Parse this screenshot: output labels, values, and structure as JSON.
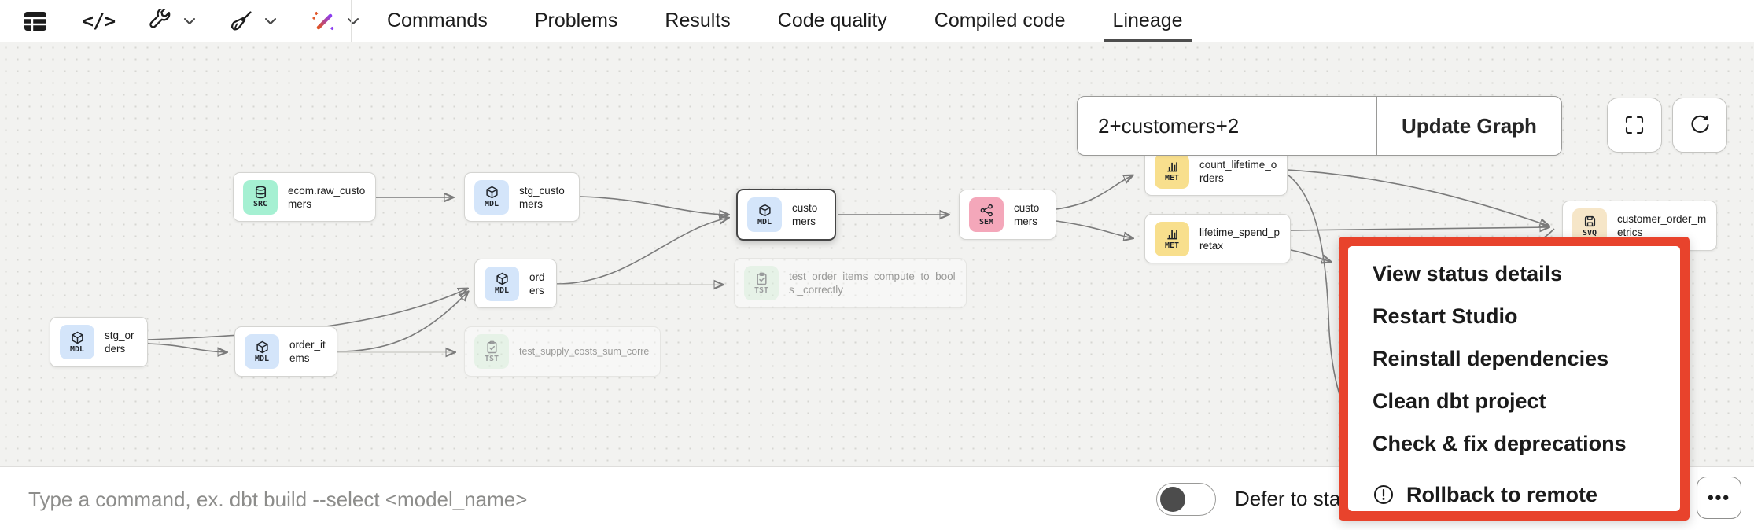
{
  "toolbar": {
    "icons": [
      "table-icon",
      "code-icon",
      "wrench-icon",
      "broom-icon",
      "magic-wand-icon",
      "chevron-down-icon"
    ],
    "tabs": [
      {
        "label": "Commands",
        "active": false
      },
      {
        "label": "Problems",
        "active": false
      },
      {
        "label": "Results",
        "active": false
      },
      {
        "label": "Code quality",
        "active": false
      },
      {
        "label": "Compiled code",
        "active": false
      },
      {
        "label": "Lineage",
        "active": true
      }
    ]
  },
  "lineage": {
    "selector_value": "2+customers+2",
    "update_button_label": "Update Graph",
    "controls": [
      "fullscreen-icon",
      "refresh-icon"
    ],
    "nodes": [
      {
        "id": "ecom.raw_customers",
        "badge": "SRC",
        "label": "ecom.raw_customers"
      },
      {
        "id": "stg_customers",
        "badge": "MDL",
        "label": "stg_customers"
      },
      {
        "id": "customers_model",
        "badge": "MDL",
        "label": "customers",
        "selected": true
      },
      {
        "id": "orders",
        "badge": "MDL",
        "label": "orders"
      },
      {
        "id": "stg_orders",
        "badge": "MDL",
        "label": "stg_orders"
      },
      {
        "id": "order_items",
        "badge": "MDL",
        "label": "order_items"
      },
      {
        "id": "customers_semantic",
        "badge": "SEM",
        "label": "customers"
      },
      {
        "id": "count_lifetime_orders",
        "badge": "MET",
        "label": "count_lifetime_orders"
      },
      {
        "id": "lifetime_spend_pretax",
        "badge": "MET",
        "label": "lifetime_spend_pretax"
      },
      {
        "id": "customer_order_metrics",
        "badge": "SVQ",
        "label": "customer_order_metrics"
      },
      {
        "id": "test_order_items_compute_to_bools_correctly",
        "badge": "TST",
        "label": "test_order_items_compute_to_bools _correctly",
        "faded": true
      },
      {
        "id": "test_supply_costs_sum_correctly",
        "badge": "TST",
        "label": "test_supply_costs_sum_correctly",
        "faded": true
      }
    ],
    "edges": [
      [
        "ecom.raw_customers",
        "stg_customers"
      ],
      [
        "stg_customers",
        "customers_model"
      ],
      [
        "orders",
        "customers_model"
      ],
      [
        "stg_orders",
        "order_items"
      ],
      [
        "stg_orders",
        "orders"
      ],
      [
        "order_items",
        "orders"
      ],
      [
        "order_items",
        "test_supply_costs_sum_correctly"
      ],
      [
        "orders",
        "test_order_items_compute_to_bools_correctly"
      ],
      [
        "customers_model",
        "customers_semantic"
      ],
      [
        "customers_semantic",
        "count_lifetime_orders"
      ],
      [
        "customers_semantic",
        "lifetime_spend_pretax"
      ],
      [
        "count_lifetime_orders",
        "customer_order_metrics"
      ],
      [
        "lifetime_spend_pretax",
        "customer_order_metrics"
      ]
    ]
  },
  "status_menu": {
    "items": [
      {
        "label": "View status details"
      },
      {
        "label": "Restart Studio"
      },
      {
        "label": "Reinstall dependencies"
      },
      {
        "label": "Clean dbt project"
      },
      {
        "label": "Check & fix deprecations"
      }
    ],
    "rollback_item": {
      "label": "Rollback to remote",
      "icon": "warning-icon"
    },
    "highlight_border_color": "#E8432C"
  },
  "command_bar": {
    "placeholder": "Type a command, ex. dbt build --select <model_name>",
    "defer_toggle_label": "Defer to sta",
    "toggle_state": "off",
    "more_button_label": "•••"
  },
  "colors": {
    "menu_highlight": "#E8432C",
    "canvas_bg": "#F2F2F0",
    "badge_src_bg": "#A5F0D2",
    "badge_mdl_bg": "#D4E5FA",
    "badge_sem_bg": "#F4A7BA",
    "badge_met_bg": "#F8DF8D",
    "badge_svq_bg": "#F6E6C8",
    "badge_tst_bg": "#D6F2DC",
    "edge": "#7B7B7B"
  }
}
